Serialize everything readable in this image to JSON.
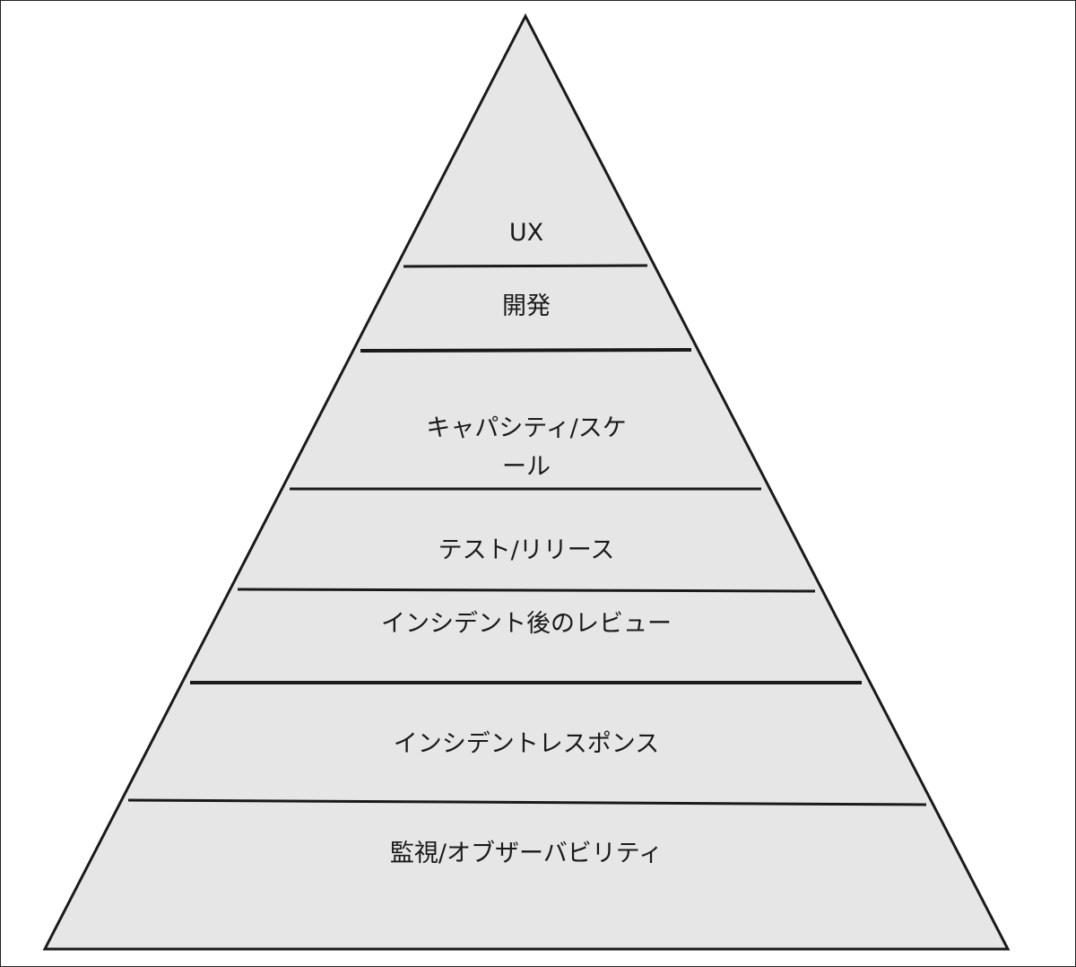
{
  "diagram": {
    "type": "pyramid",
    "fill_color": "#e6e6e6",
    "stroke_color": "#1a1a1a",
    "levels_top_to_bottom": [
      {
        "label_lines": [
          "UX"
        ]
      },
      {
        "label_lines": [
          "開発"
        ]
      },
      {
        "label_lines": [
          "キャパシティ/スケ",
          "ール"
        ]
      },
      {
        "label_lines": [
          "テスト/リリース"
        ]
      },
      {
        "label_lines": [
          "インシデント後のレビュー"
        ]
      },
      {
        "label_lines": [
          "インシデントレスポンス"
        ]
      },
      {
        "label_lines": [
          "監視/オブザーバビリティ"
        ]
      }
    ]
  }
}
